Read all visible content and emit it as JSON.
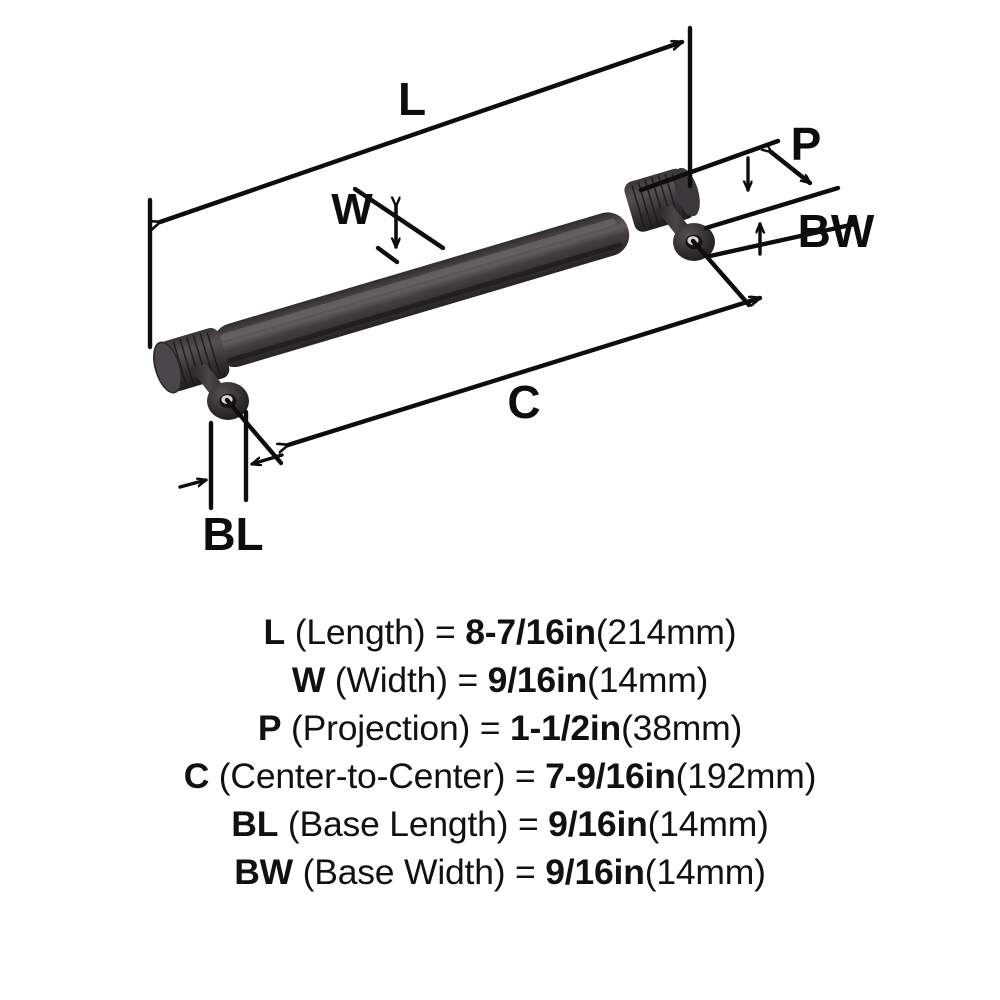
{
  "diagram": {
    "title": "Cabinet bar pull dimension diagram",
    "product": "bar-pull-handle",
    "colors": {
      "background": "#ffffff",
      "line": "#0d0d0d",
      "bar_dark": "#2e2b2d",
      "bar_mid": "#3c3839",
      "bar_light": "#5a5457",
      "end_face": "#4b4649",
      "text": "#111111"
    },
    "callouts": [
      {
        "id": "L",
        "label": "L",
        "name": "length-callout"
      },
      {
        "id": "W",
        "label": "W",
        "name": "width-callout"
      },
      {
        "id": "P",
        "label": "P",
        "name": "projection-callout"
      },
      {
        "id": "C",
        "label": "C",
        "name": "center-to-center-callout"
      },
      {
        "id": "BL",
        "label": "BL",
        "name": "base-length-callout"
      },
      {
        "id": "BW",
        "label": "BW",
        "name": "base-width-callout"
      }
    ]
  },
  "specs": [
    {
      "key": "L",
      "name": " (Length) ",
      "eq": "= ",
      "value": "8-7/16in",
      "metric": "(214mm)"
    },
    {
      "key": "W",
      "name": " (Width) ",
      "eq": "= ",
      "value": "9/16in",
      "metric": "(14mm)"
    },
    {
      "key": "P",
      "name": " (Projection) ",
      "eq": "= ",
      "value": "1-1/2in",
      "metric": "(38mm)"
    },
    {
      "key": "C",
      "name": " (Center-to-Center) ",
      "eq": "= ",
      "value": "7-9/16in",
      "metric": "(192mm)"
    },
    {
      "key": "BL",
      "name": " (Base Length) ",
      "eq": "= ",
      "value": "9/16in",
      "metric": "(14mm)"
    },
    {
      "key": "BW",
      "name": " (Base Width) ",
      "eq": "= ",
      "value": "9/16in",
      "metric": "(14mm)"
    }
  ],
  "spec_text": {
    "l": "L (Length) = 8-7/16in(214mm)",
    "w": "W (Width) = 9/16in(14mm)",
    "p": "P (Projection) = 1-1/2in(38mm)",
    "c": "C (Center-to-Center) = 7-9/16in(192mm)",
    "bl": "BL (Base Length) = 9/16in(14mm)",
    "bw": "BW (Base Width) = 9/16in(14mm)"
  }
}
